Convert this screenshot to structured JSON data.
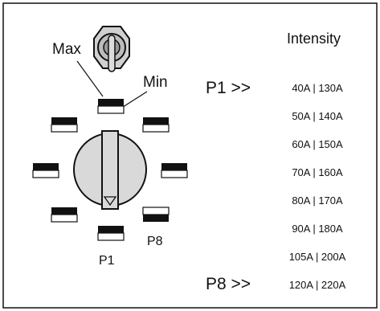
{
  "labels": {
    "max": "Max",
    "min": "Min",
    "intensity_header": "Intensity",
    "p1_arrow": "P1 >>",
    "p8_arrow": "P8 >>",
    "p1_position": "P1",
    "p8_position": "P8"
  },
  "intensity_rows": [
    "40A | 130A",
    "50A | 140A",
    "60A | 150A",
    "70A | 160A",
    "80A | 170A",
    "90A | 180A",
    "105A | 200A",
    "120A | 220A"
  ],
  "icons": {
    "toggle": "toggle-switch-icon",
    "knob": "rotary-selector-icon",
    "indicator": "position-indicator-icon",
    "pointer": "triangle-pointer-icon"
  },
  "colors": {
    "line": "#111111",
    "knob_fill": "#d9d9d9",
    "toggle_fill": "#d0d0d0"
  }
}
